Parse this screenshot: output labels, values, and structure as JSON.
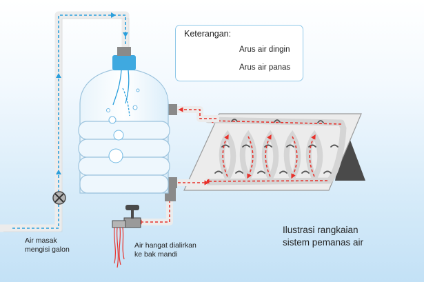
{
  "legend": {
    "title": "Keterangan:",
    "cold_label": "Arus air dingin",
    "hot_label": "Arus air panas"
  },
  "labels": {
    "inlet_line1": "Air masak",
    "inlet_line2": "mengisi galon",
    "outlet_line1": "Air hangat dialirkan",
    "outlet_line2": "ke bak mandi",
    "caption_line1": "Ilustrasi rangkaian",
    "caption_line2": "sistem pemanas air"
  },
  "colors": {
    "cold_flow": "#2a9fdc",
    "hot_flow": "#e8302a",
    "pipe": "#ececec",
    "galon_cap": "#3fa9e0",
    "panel": "#ededed",
    "stand": "#4a4a4a"
  }
}
